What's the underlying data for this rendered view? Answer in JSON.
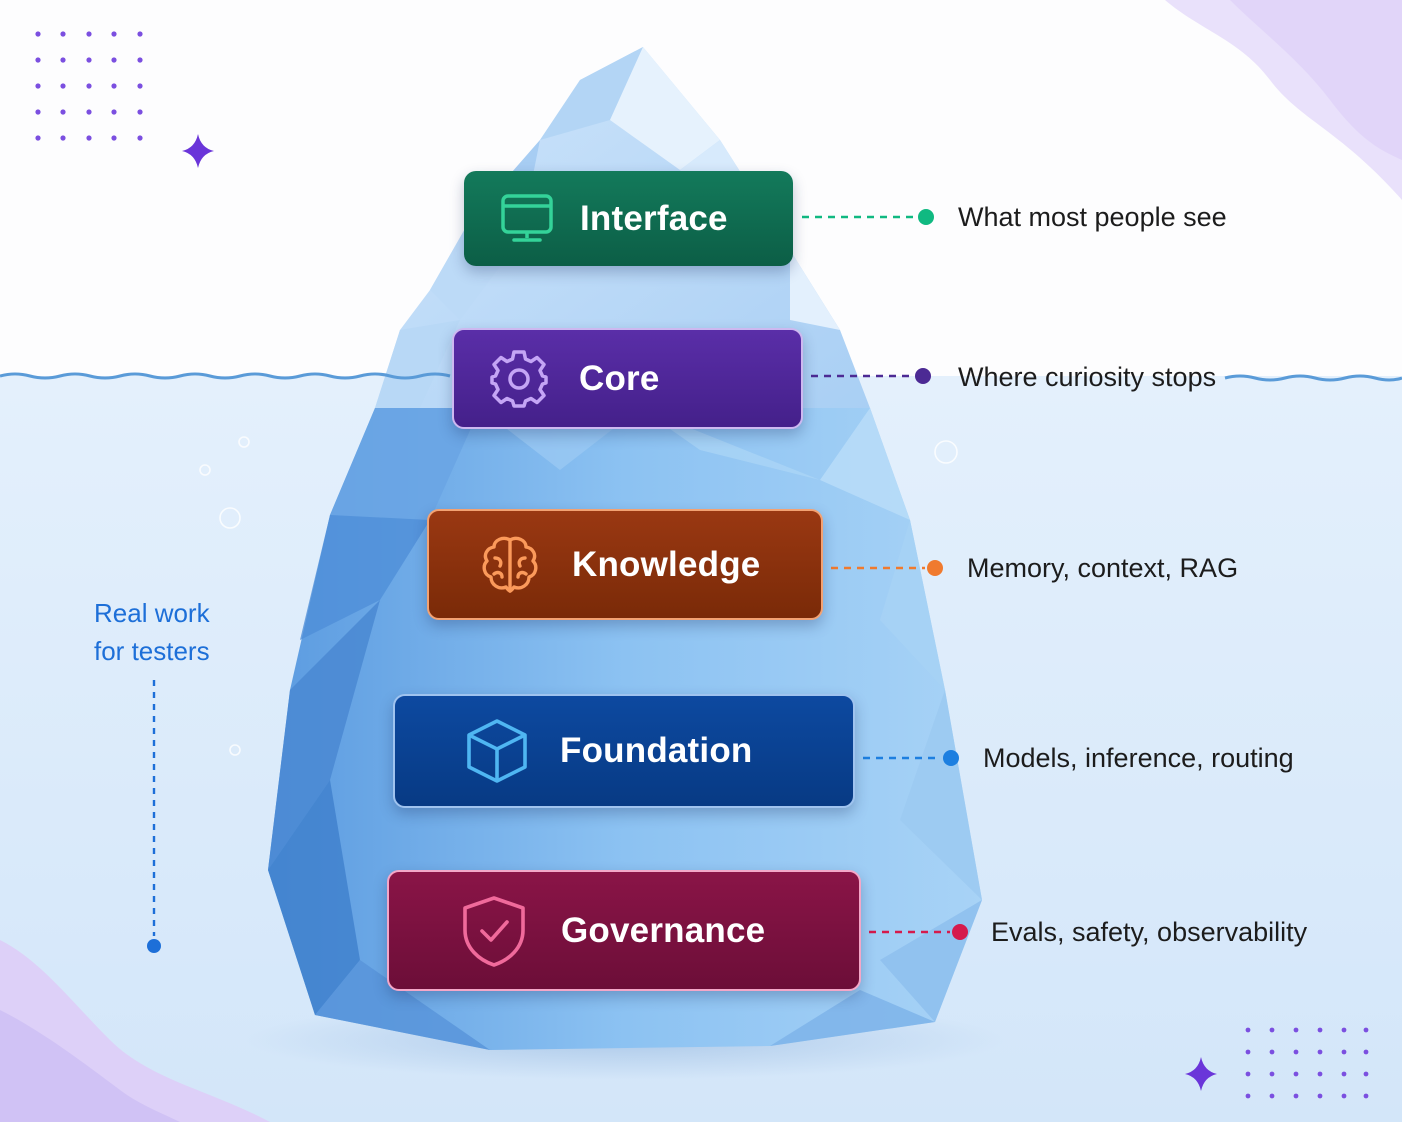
{
  "layers": [
    {
      "id": "interface",
      "label": "Interface",
      "description": "What most people see",
      "icon": "monitor-icon",
      "accent": "#10b981"
    },
    {
      "id": "core",
      "label": "Core",
      "description": "Where curiosity stops",
      "icon": "gear-icon",
      "accent": "#4c2a94"
    },
    {
      "id": "knowledge",
      "label": "Knowledge",
      "description": "Memory, context, RAG",
      "icon": "brain-icon",
      "accent": "#f07a2e"
    },
    {
      "id": "foundation",
      "label": "Foundation",
      "description": "Models, inference, routing",
      "icon": "cube-icon",
      "accent": "#1d7fe0"
    },
    {
      "id": "governance",
      "label": "Governance",
      "description": "Evals, safety, observability",
      "icon": "shield-check-icon",
      "accent": "#d51a4c"
    }
  ],
  "side_note": {
    "line1": "Real work",
    "line2": "for testers",
    "color": "#1d6fd8"
  },
  "colors": {
    "water": "#dcecfb",
    "waterline": "#5a9bd8",
    "iceberg": "#8cbcef",
    "decor": "#7b4fe0"
  }
}
